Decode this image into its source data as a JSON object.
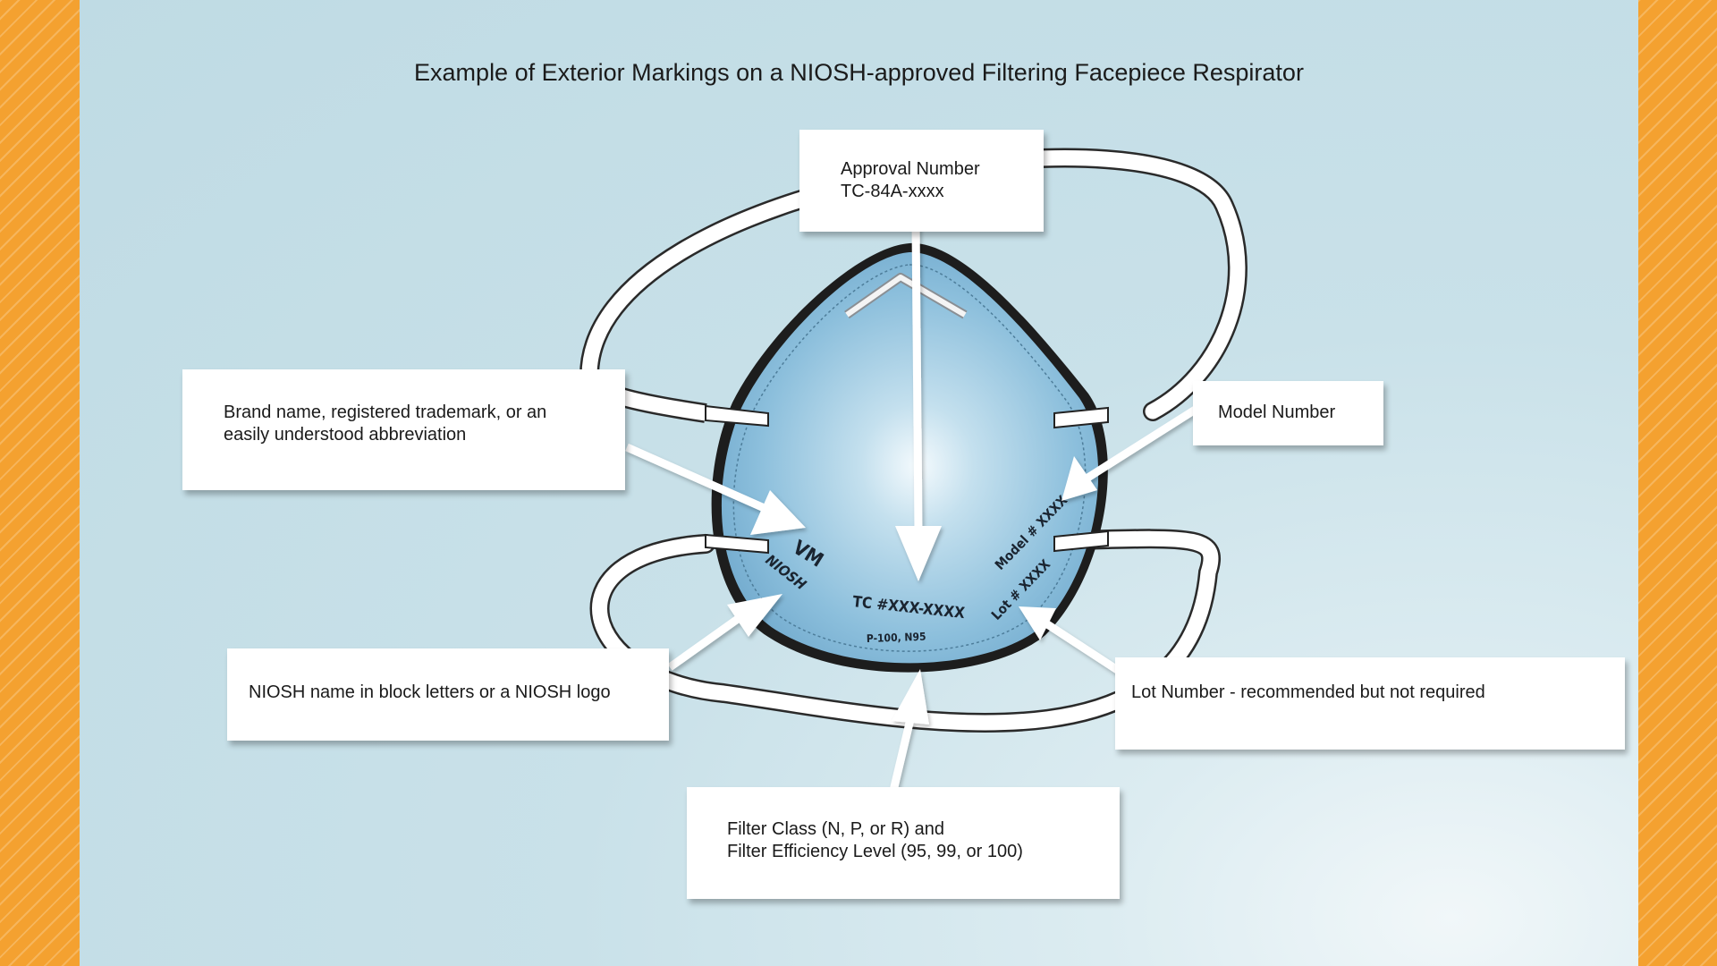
{
  "title": "Example of Exterior Markings on a NIOSH-approved Filtering Facepiece Respirator",
  "callouts": {
    "approval": {
      "line1": "Approval Number",
      "line2": "TC-84A-xxxx"
    },
    "brand": {
      "line1": "Brand name, registered trademark, or an",
      "line2": "easily understood abbreviation"
    },
    "model": {
      "line1": "Model Number"
    },
    "niosh": {
      "line1": "NIOSH name in block letters or a NIOSH logo"
    },
    "lot": {
      "line1": "Lot Number - recommended but not required"
    },
    "filter": {
      "line1": "Filter Class (N, P, or R) and",
      "line2": "Filter Efficiency Level (95, 99, or 100)"
    }
  },
  "mask_markings": {
    "brand": "VM",
    "niosh_logo": "NIOSH",
    "tc": "TC #XXX-XXXX",
    "filter": "P-100, N95",
    "model": "Model # XXXX",
    "lot": "Lot # XXXX"
  },
  "colors": {
    "side_stripes": "#f4a130",
    "background": "#c9e1e9",
    "mask": "#8fc0dc",
    "callout": "#ffffff",
    "arrow": "#ffffff"
  }
}
